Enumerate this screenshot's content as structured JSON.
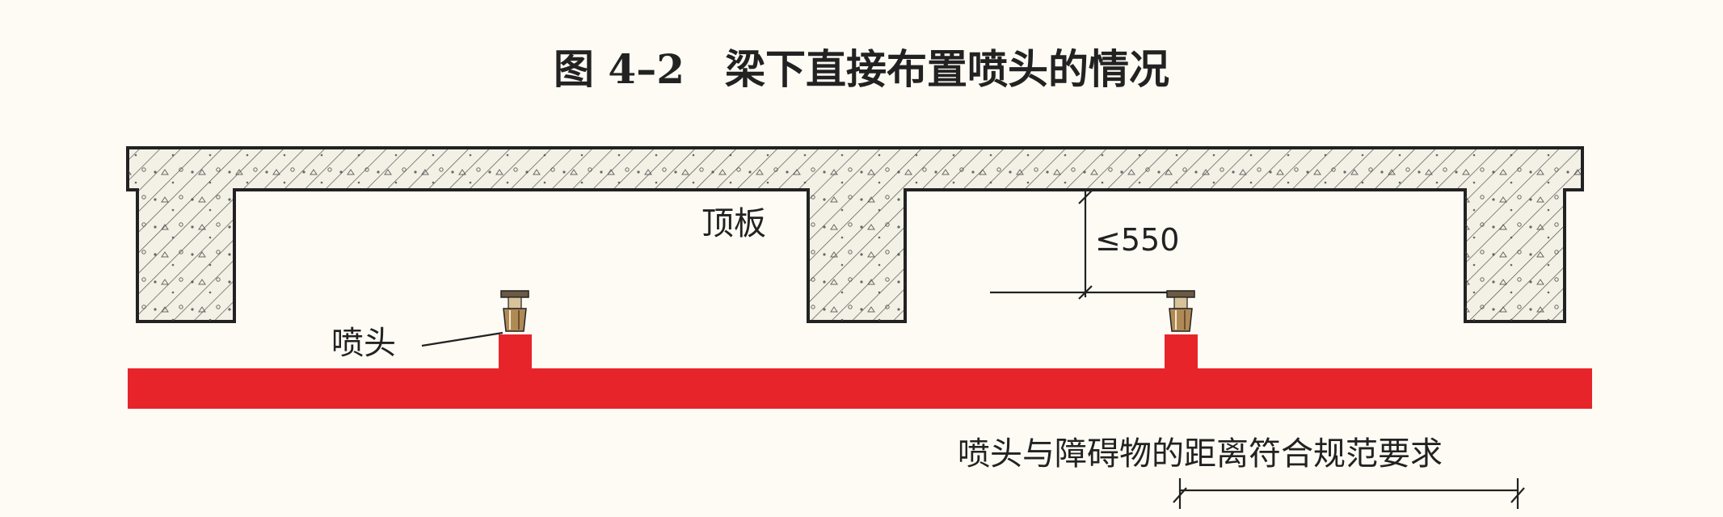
{
  "title": "图 4–2　梁下直接布置喷头的情况",
  "labels": {
    "roof_slab": "顶板",
    "sprinkler": "喷头",
    "dimension": "≤550",
    "requirement": "喷头与障碍物的距离符合规范要求"
  },
  "colors": {
    "background": "#fdfbf4",
    "concrete_fill": "#f3f0e6",
    "outline": "#222222",
    "pipe": "#e8242b",
    "sprinkler_metal": "#b08a55"
  },
  "icons": {
    "sprinkler": "sprinkler-head-icon"
  }
}
